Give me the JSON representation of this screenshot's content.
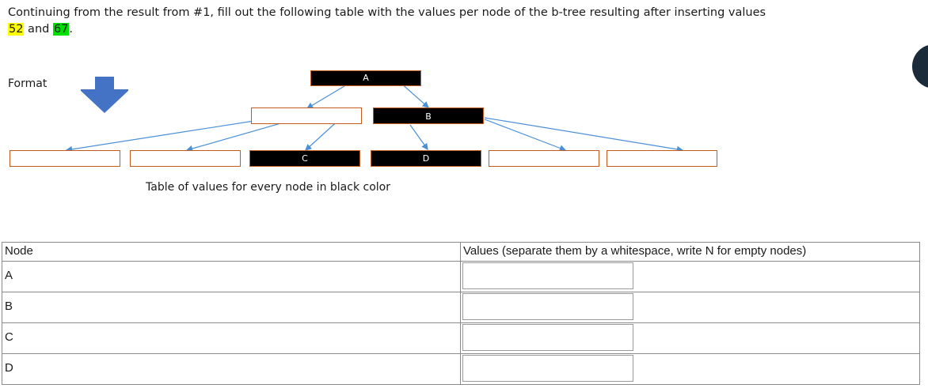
{
  "question": {
    "line1": "Continuing from the result from #1, fill out the following table with the values per node of the b-tree resulting after inserting",
    "prefix": "values ",
    "value1": "52",
    "middle": " and ",
    "value2": "67",
    "suffix": "."
  },
  "format_label": "Format",
  "diagram": {
    "nodes": {
      "A": "A",
      "B": "B",
      "C": "C",
      "D": "D"
    },
    "caption": "Table of values for every node in black color"
  },
  "table": {
    "headers": [
      "Node",
      "Values (separate them by a whitespace, write N for empty nodes)"
    ],
    "rows": [
      {
        "node": "A",
        "value": ""
      },
      {
        "node": "B",
        "value": ""
      },
      {
        "node": "C",
        "value": ""
      },
      {
        "node": "D",
        "value": ""
      }
    ]
  },
  "colors": {
    "arrow": "#4472c4",
    "border": "#c55a1e",
    "highlight_yellow": "#ffff00",
    "highlight_green": "#00e000"
  },
  "icons": {
    "format_arrow": "down-arrow-icon"
  }
}
